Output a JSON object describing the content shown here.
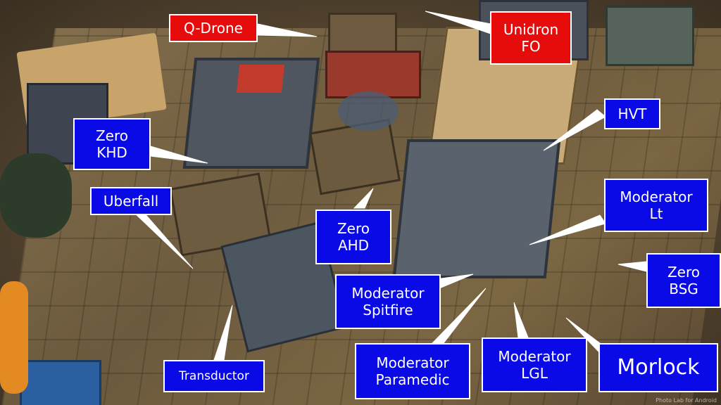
{
  "labels": {
    "q_drone": "Q-Drone",
    "unidron_fo": "Unidron\nFO",
    "hvt": "HVT",
    "zero_khd": "Zero\nKHD",
    "uberfall": "Uberfall",
    "moderator_lt": "Moderator\nLt",
    "zero_ahd": "Zero\nAHD",
    "zero_bsg": "Zero\nBSG",
    "moderator_spitfire": "Moderator\nSpitfire",
    "transductor": "Transductor",
    "moderator_paramedic": "Moderator\nParamedic",
    "moderator_lgl": "Moderator\nLGL",
    "morlock": "Morlock"
  },
  "watermark": "Photo Lab for Android",
  "colors": {
    "label_blue": "#0a0ae6",
    "label_red": "#e60c0c",
    "leader": "#ffffff"
  }
}
